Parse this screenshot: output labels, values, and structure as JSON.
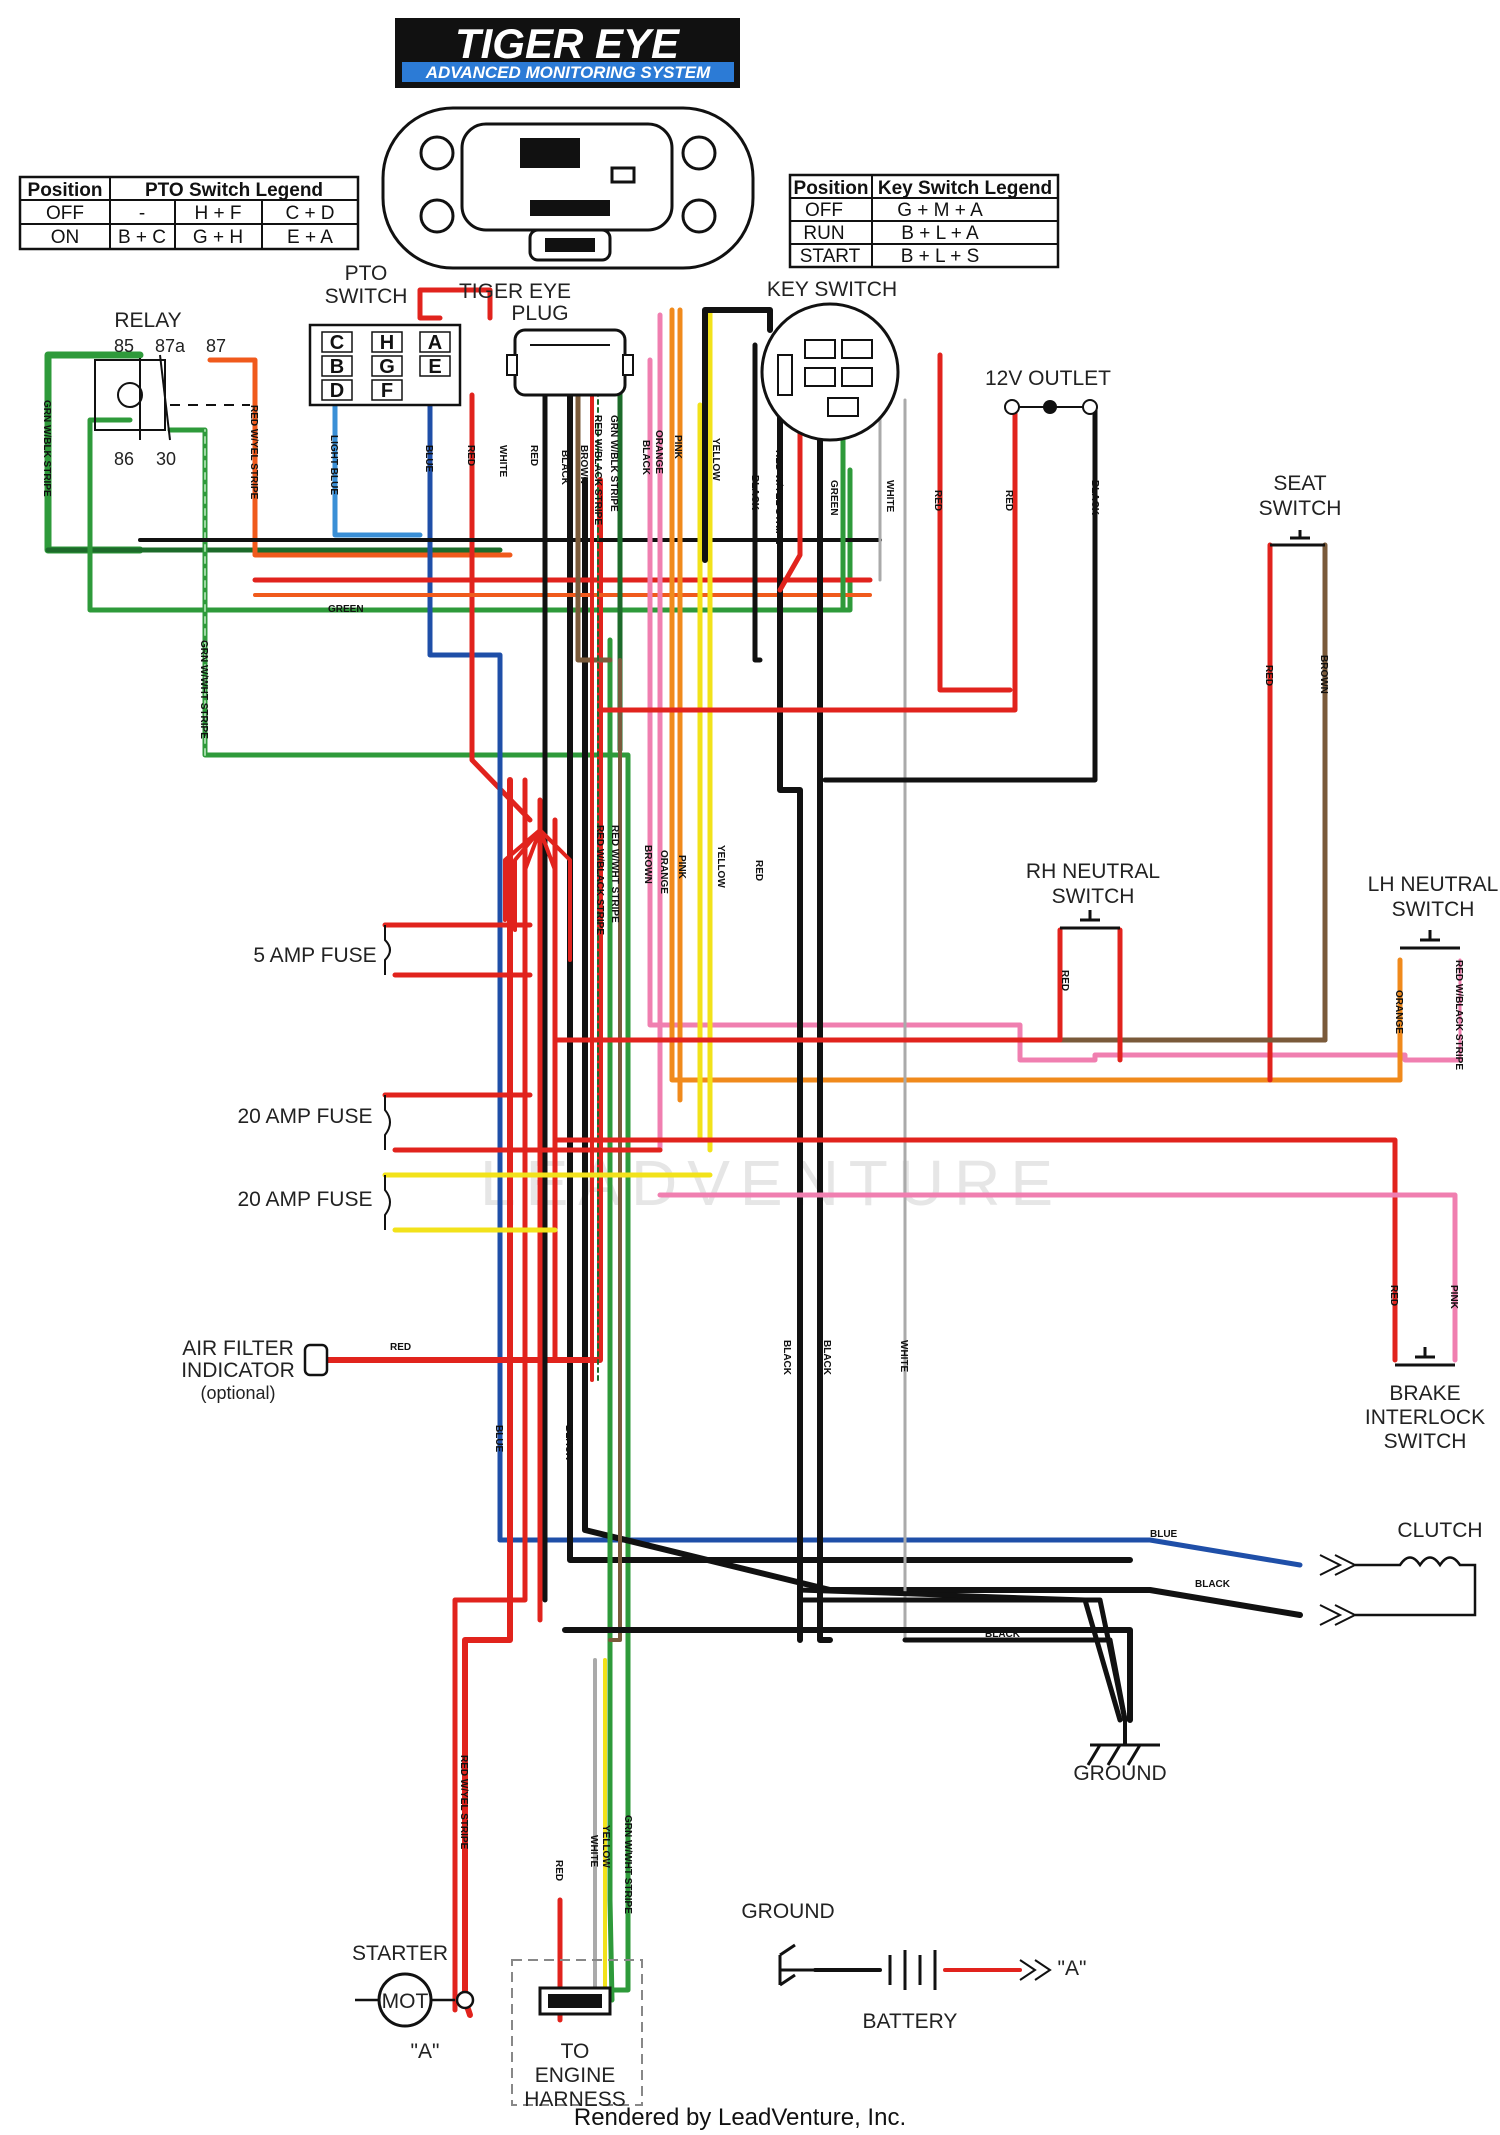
{
  "header": {
    "brand_title": "TIGER EYE",
    "brand_subtitle": "ADVANCED MONITORING SYSTEM"
  },
  "pto_legend": {
    "col_position": "Position",
    "col_legend": "PTO Switch Legend",
    "rows": [
      [
        "OFF",
        "-",
        "H + F",
        "C + D"
      ],
      [
        "ON",
        "B + C",
        "G + H",
        "E + A"
      ]
    ]
  },
  "key_legend": {
    "col_position": "Position",
    "col_legend": "Key Switch Legend",
    "rows": [
      [
        "OFF",
        "G + M + A"
      ],
      [
        "RUN",
        "B + L + A"
      ],
      [
        "START",
        "B + L + S"
      ]
    ]
  },
  "components": {
    "relay": "RELAY",
    "relay_pins": [
      "85",
      "87a",
      "87",
      "86",
      "30"
    ],
    "pto_switch": [
      "PTO",
      "SWITCH"
    ],
    "pto_pins": [
      "C",
      "H",
      "A",
      "B",
      "G",
      "E",
      "D",
      "F"
    ],
    "plug": [
      "TIGER EYE",
      "PLUG"
    ],
    "key_switch": "KEY SWITCH",
    "outlet": "12V OUTLET",
    "seat_switch": [
      "SEAT",
      "SWITCH"
    ],
    "rh_neutral": [
      "RH NEUTRAL",
      "SWITCH"
    ],
    "lh_neutral": [
      "LH NEUTRAL",
      "SWITCH"
    ],
    "fuse_5": "5 AMP FUSE",
    "fuse_20a": "20 AMP FUSE",
    "fuse_20b": "20 AMP FUSE",
    "air_filter": [
      "AIR FILTER",
      "INDICATOR",
      "(optional)"
    ],
    "brake": [
      "BRAKE",
      "INTERLOCK",
      "SWITCH"
    ],
    "clutch": "CLUTCH",
    "ground": "GROUND",
    "ground2": "GROUND",
    "battery": "BATTERY",
    "starter": "STARTER",
    "starter_mot": "MOT",
    "engine_harness": [
      "TO",
      "ENGINE",
      "HARNESS"
    ],
    "ref_a": "\"A\"",
    "ref_a2": "\"A\""
  },
  "wire_labels": {
    "grn_blk": "GRN W/BLK STRIPE",
    "red_yel": "RED W/YEL STRIPE",
    "light_blue": "LIGHT BLUE",
    "blue": "BLUE",
    "red": "RED",
    "white": "WHITE",
    "black": "BLACK",
    "brown": "BROWN",
    "red_blk": "RED W/BLACK STRIPE",
    "grn_wht": "GRN W/WHT STRIPE",
    "pink": "PINK",
    "orange": "ORANGE",
    "yellow": "YELLOW",
    "green": "GREEN",
    "red_wht": "RED W/WHT STRIPE"
  },
  "watermark": "LEADVENTURE",
  "footer": "Rendered by LeadVenture, Inc.",
  "colors": {
    "red": "#e1231d",
    "black": "#111111",
    "blue": "#1f4fa8",
    "light_blue": "#3a8fd6",
    "green": "#2e9a3a",
    "dark_green": "#1c6b2a",
    "yellow": "#f2e21a",
    "orange": "#f08a1c",
    "pink": "#f07fb0",
    "brown": "#7a5a3a",
    "gray": "#aaaaaa"
  }
}
